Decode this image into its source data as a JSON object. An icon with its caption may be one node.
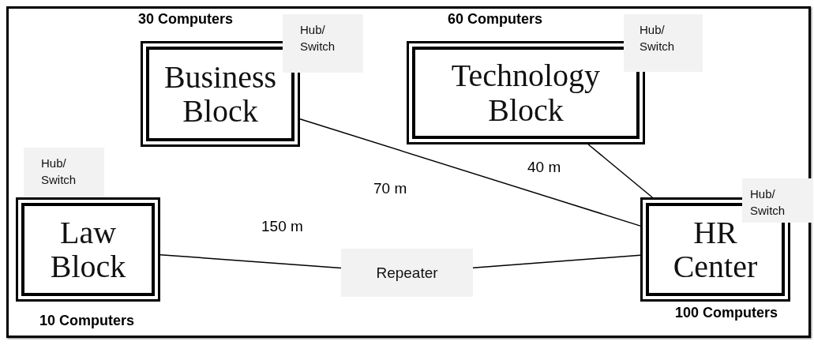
{
  "diagram": {
    "nodes": [
      {
        "text": [
          "Business Block"
        ],
        "beside": [
          "30 Computers"
        ]
      },
      {
        "text": [
          "Technology Block"
        ],
        "beside": [
          "60 Computers"
        ]
      },
      {
        "text": [
          "Law Block"
        ],
        "beside": [
          "10 Computers"
        ]
      },
      {
        "text": [
          "HR Center"
        ],
        "beside": [
          "100 Computers"
        ]
      },
      {
        "text": [
          "Repeater"
        ]
      },
      {
        "text": [
          "Hub/ Switch"
        ]
      },
      {
        "text": [
          "Hub/ Switch"
        ]
      },
      {
        "text": [
          "Hub/ Switch"
        ]
      },
      {
        "text": [
          "Hub/ Switch"
        ]
      }
    ],
    "edges": [
      {
        "from": 0,
        "to": 3,
        "arrow": "none",
        "label": "70 m"
      },
      {
        "from": 1,
        "to": 3,
        "arrow": "none",
        "label": "40 m"
      },
      {
        "from": 2,
        "to": 4,
        "arrow": "none",
        "label": "150 m"
      },
      {
        "from": 4,
        "to": 3,
        "arrow": "none"
      }
    ]
  }
}
